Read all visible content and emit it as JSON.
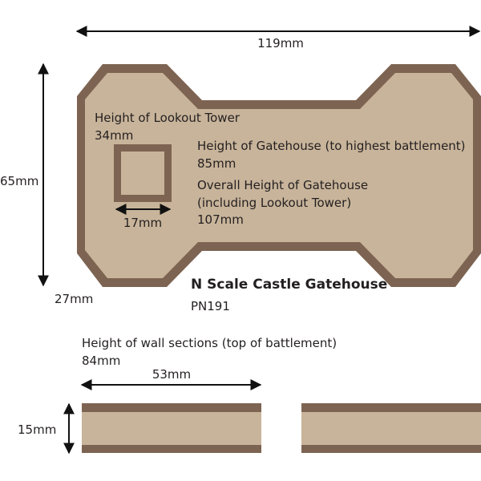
{
  "colors": {
    "outline": "#7d6452",
    "fill": "#c8b49a",
    "arrow": "#111111",
    "text": "#231f20",
    "background": "#ffffff"
  },
  "dimensions": {
    "overall_width": "119mm",
    "overall_depth": "65mm",
    "corner_offset": "27mm",
    "tower_width": "17mm",
    "wall_length": "53mm",
    "wall_thickness": "15mm"
  },
  "notes": {
    "tower_height_label": "Height of Lookout Tower",
    "tower_height_value": "34mm",
    "gatehouse_height_label": "Height of Gatehouse (to highest battlement)",
    "gatehouse_height_value": "85mm",
    "overall_height_label_1": "Overall Height of Gatehouse",
    "overall_height_label_2": "(including Lookout Tower)",
    "overall_height_value": "107mm",
    "wall_height_label": "Height of wall sections (top of battlement)",
    "wall_height_value": "84mm"
  },
  "product": {
    "name": "N Scale Castle Gatehouse",
    "code": "PN191"
  }
}
